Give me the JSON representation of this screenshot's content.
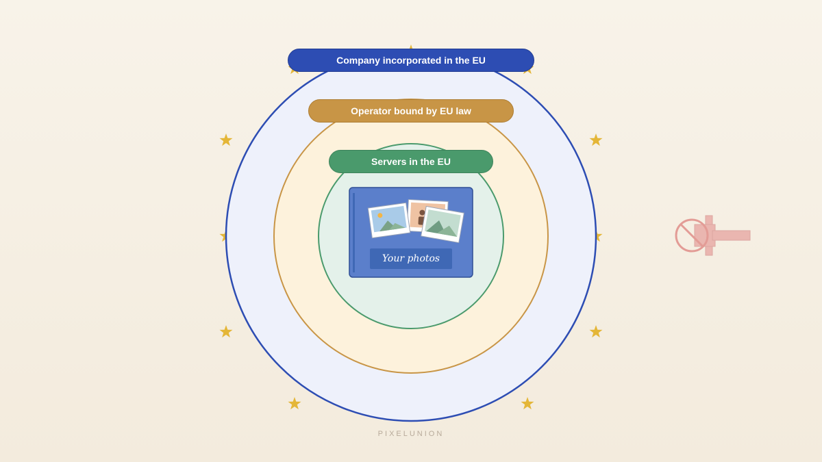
{
  "diagram": {
    "layers": {
      "outer": {
        "label": "Company incorporated in the EU",
        "color": "#2d4db3",
        "fill": "#eef1fb"
      },
      "middle": {
        "label": "Operator bound by EU law",
        "color": "#c89546",
        "fill": "#fdf2dc"
      },
      "inner": {
        "label": "Servers in the EU",
        "color": "#4a9a6c",
        "fill": "#e4f1ea"
      }
    },
    "core": {
      "label": "Your photos",
      "color": "#5b7fcb"
    },
    "blocked_access_icon": "blocked-plug-icon",
    "star_color": "#e4b637"
  },
  "footer": {
    "brand": "PIXELUNION"
  }
}
